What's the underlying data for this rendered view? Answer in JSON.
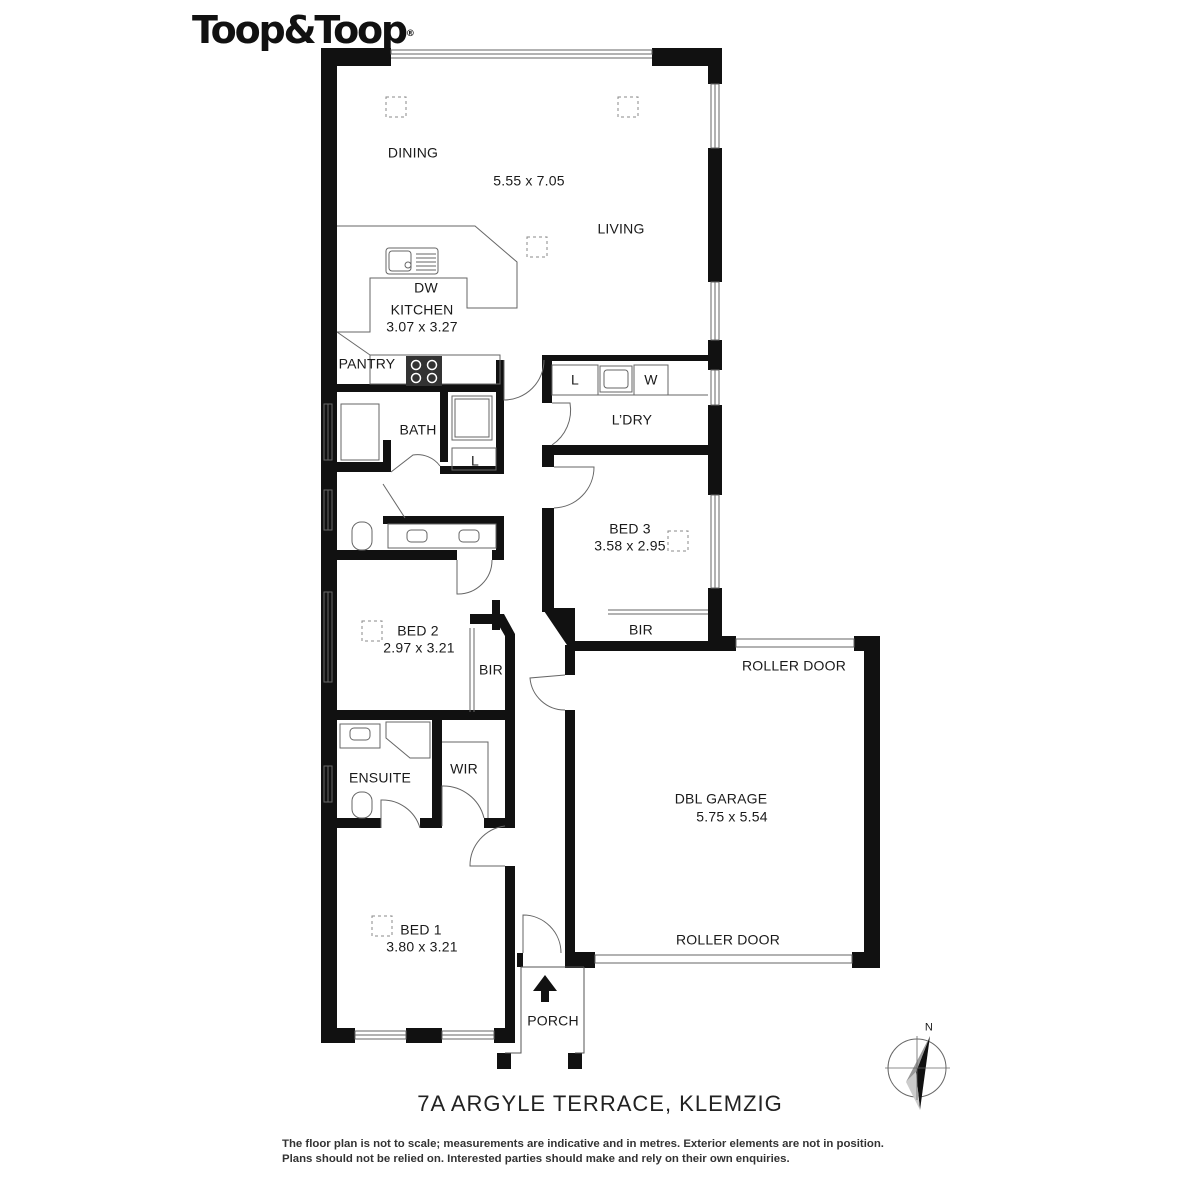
{
  "brand": {
    "name": "Toop&Toop",
    "registered_mark": "®"
  },
  "rooms": {
    "dining": "DINING",
    "living_dims": "5.55 x 7.05",
    "living": "LIVING",
    "dw": "DW",
    "kitchen": "KITCHEN",
    "kitchen_dims": "3.07 x 3.27",
    "pantry": "PANTRY",
    "laundry_l": "L",
    "laundry_w": "W",
    "laundry": "L’DRY",
    "bath": "BATH",
    "linen": "L",
    "bed3": "BED 3",
    "bed3_dims": "3.58 x 2.95",
    "bed3_bir": "BIR",
    "bed2": "BED 2",
    "bed2_dims": "2.97 x 3.21",
    "bed2_bir": "BIR",
    "roller_door_top": "ROLLER DOOR",
    "garage": "DBL GARAGE",
    "garage_dims": "5.75 x 5.54",
    "ensuite": "ENSUITE",
    "wir": "WIR",
    "bed1": "BED 1",
    "bed1_dims": "3.80 x 3.21",
    "roller_door_bottom": "ROLLER DOOR",
    "porch": "PORCH"
  },
  "compass": {
    "north": "N"
  },
  "address": "7A ARGYLE TERRACE, KLEMZIG",
  "disclaimer": {
    "line1": "The floor plan is not to scale; measurements are indicative and in metres. Exterior elements are not in position.",
    "line2": "Plans should not be relied on. Interested parties should make and rely on their own enquiries."
  }
}
